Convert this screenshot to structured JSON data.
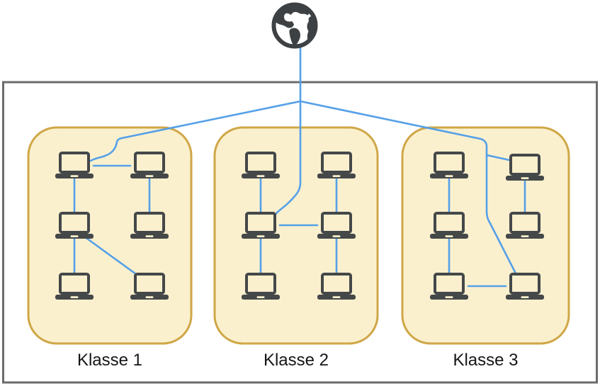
{
  "colors": {
    "link-blue": "#55A0E8",
    "box-fill": "#FBF0CE",
    "box-stroke": "#CFA747",
    "device-dark": "#454849",
    "frame-gray": "#6B6B6B",
    "globe-dark": "#3D4144",
    "label-text": "#161616"
  },
  "diagram": {
    "internet": {
      "icon": "globe-icon"
    },
    "device_icon": "laptop-icon",
    "classes": [
      {
        "label": "Klasse 1",
        "laptop_count": 6,
        "internal_links": [
          "top-left--top-right",
          "top-left--middle-left",
          "top-right--middle-right",
          "middle-left--bottom-left",
          "middle-left--bottom-right"
        ],
        "internet_connected_laptops": [
          "top-left"
        ]
      },
      {
        "label": "Klasse 2",
        "laptop_count": 6,
        "internal_links": [
          "top-left--middle-left",
          "top-right--middle-right",
          "middle-left--middle-right",
          "middle-left--bottom-left",
          "middle-right--bottom-right"
        ],
        "internet_connected_laptops": [
          "middle-left"
        ]
      },
      {
        "label": "Klasse 3",
        "laptop_count": 6,
        "internal_links": [
          "top-left--middle-left",
          "top-right--middle-right",
          "middle-left--bottom-left",
          "bottom-left--bottom-right"
        ],
        "internet_connected_laptops": [
          "top-right",
          "bottom-right"
        ]
      }
    ]
  }
}
